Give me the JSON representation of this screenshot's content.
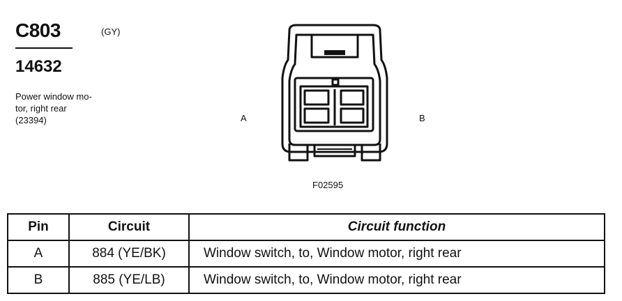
{
  "connector": {
    "id": "C803",
    "color_code": "(GY)",
    "part_number": "14632",
    "description_lines": [
      "Power window mo-",
      "tor, right rear",
      "(23394)"
    ]
  },
  "figure": {
    "side_label_left": "A",
    "side_label_right": "B",
    "figure_id": "F02595"
  },
  "table": {
    "headers": [
      "Pin",
      "Circuit",
      "Circuit function"
    ],
    "rows": [
      {
        "pin": "A",
        "circuit": "884 (YE/BK)",
        "function": "Window switch, to, Window motor, right rear"
      },
      {
        "pin": "B",
        "circuit": "885 (YE/LB)",
        "function": "Window switch, to, Window motor, right rear"
      }
    ]
  }
}
